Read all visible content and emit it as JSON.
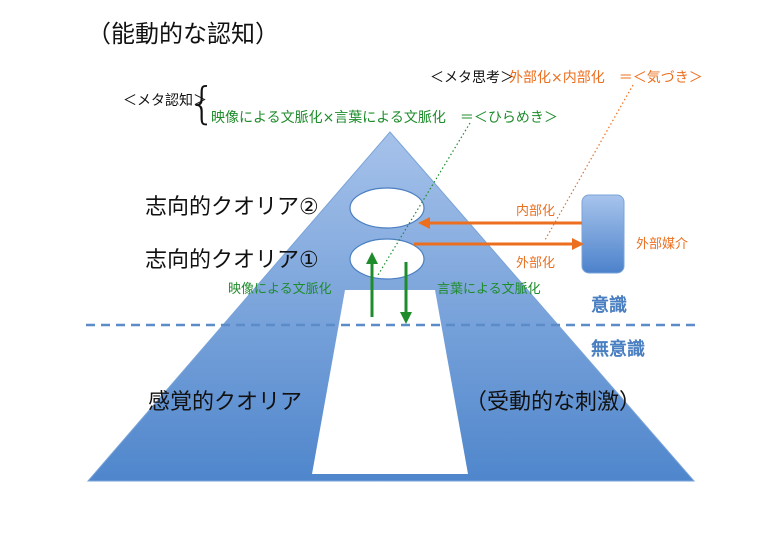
{
  "title": "（能動的な認知）",
  "meta_cognition": {
    "label": "＜メタ認知＞",
    "brace": "{",
    "flash_formula": "映像による文脈化×言葉による文脈化　＝＜ひらめき＞"
  },
  "meta_thinking": {
    "label": "＜メタ思考＞",
    "formula": "外部化×内部化　＝＜気づき＞"
  },
  "qualia": {
    "intentional_2": "志向的クオリア②",
    "intentional_1": "志向的クオリア①",
    "sensory": "感覚的クオリア",
    "passive": "（受動的な刺激）"
  },
  "contextualization": {
    "video": "映像による文脈化",
    "language": "言葉による文脈化"
  },
  "externalization": {
    "internal": "内部化",
    "external": "外部化",
    "external_media": "外部媒介"
  },
  "levels": {
    "conscious": "意識",
    "unconscious": "無意識"
  },
  "colors": {
    "pyramid_top": "#a6c2ea",
    "pyramid_bottom": "#4f86cc",
    "green": "#1e8c2b",
    "orange": "#ec6f1f",
    "dashed_line": "#5b8cc8"
  }
}
